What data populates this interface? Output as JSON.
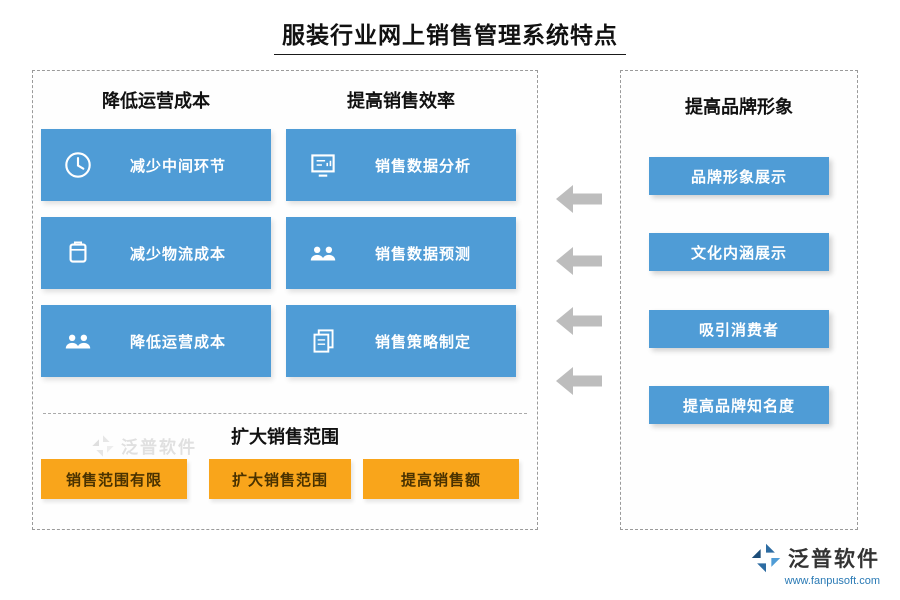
{
  "title": "服装行业网上销售管理系统特点",
  "left_panel": {
    "columns": [
      {
        "header": "降低运营成本",
        "items": [
          {
            "icon": "clock-icon",
            "label": "减少中间环节"
          },
          {
            "icon": "box-icon",
            "label": "减少物流成本"
          },
          {
            "icon": "group-icon",
            "label": "降低运营成本"
          }
        ]
      },
      {
        "header": "提高销售效率",
        "items": [
          {
            "icon": "report-icon",
            "label": "销售数据分析"
          },
          {
            "icon": "group-icon",
            "label": "销售数据预测"
          },
          {
            "icon": "documents-icon",
            "label": "销售策略制定"
          }
        ]
      }
    ],
    "bottom": {
      "header": "扩大销售范围",
      "items": [
        {
          "label": "销售范围有限"
        },
        {
          "label": "扩大销售范围"
        },
        {
          "label": "提高销售额"
        }
      ]
    }
  },
  "right_panel": {
    "header": "提高品牌形象",
    "items": [
      {
        "label": "品牌形象展示"
      },
      {
        "label": "文化内涵展示"
      },
      {
        "label": "吸引消费者"
      },
      {
        "label": "提高品牌知名度"
      }
    ]
  },
  "watermark": {
    "text": "泛普软件"
  },
  "logo": {
    "name": "泛普软件",
    "url": "www.fanpusoft.com"
  },
  "colors": {
    "blue": "#4f9cd6",
    "orange": "#f9a51b",
    "arrow": "#bdbdbd",
    "text_on_blue": "#ffffff"
  }
}
